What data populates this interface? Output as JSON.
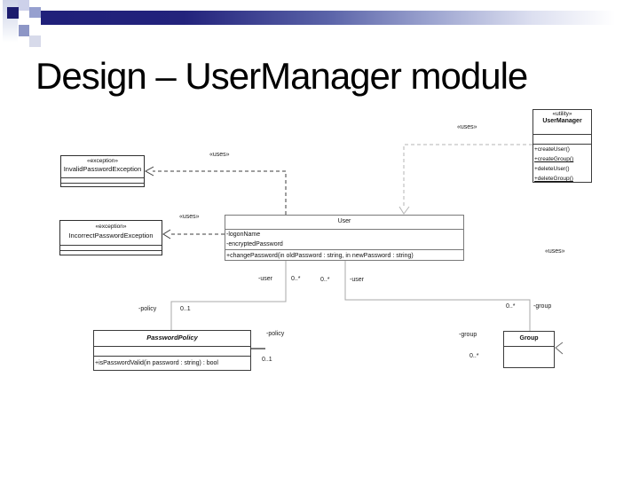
{
  "header": {
    "title": "Design – UserManager module"
  },
  "uml": {
    "user_manager": {
      "stereotype": "«utility»",
      "name": "UserManager",
      "methods": [
        "+createUser()",
        "+createGroup()",
        "+deleteUser()",
        "+deleteGroup()"
      ]
    },
    "invalid_password_exception": {
      "stereotype": "«exception»",
      "name": "InvalidPasswordException"
    },
    "incorrect_password_exception": {
      "stereotype": "«exception»",
      "name": "IncorrectPasswordException"
    },
    "user": {
      "name": "User",
      "attributes": [
        "-logonName",
        "-encryptedPassword"
      ],
      "methods": [
        "+changePassword(in oldPassword : string, in newPassword : string)"
      ]
    },
    "password_policy": {
      "name": "PasswordPolicy",
      "methods": [
        "+isPasswordValid(in password : string) : bool"
      ]
    },
    "group": {
      "name": "Group"
    },
    "labels": {
      "uses_invalid": "«uses»",
      "uses_incorrect": "«uses»",
      "uses_user": "«uses»",
      "uses_group": "«uses»",
      "user_policy_user_role": "-user",
      "user_policy_user_mult": "0..*",
      "user_policy_policy_role": "-policy",
      "user_policy_policy_mult": "0..1",
      "user_group_user_mult": "0..*",
      "user_group_user_role": "-user",
      "user_group_group_mult": "0..*",
      "user_group_group_role": "-group",
      "policy_group_policy_role": "-policy",
      "policy_group_policy_mult": "0..1",
      "policy_group_group_role": "-group",
      "policy_group_group_mult": "0..*"
    }
  },
  "colors": {
    "bar_navy": "#20207a",
    "association_line": "#a8a8a8",
    "dependency_line": "#3c3c3c"
  }
}
